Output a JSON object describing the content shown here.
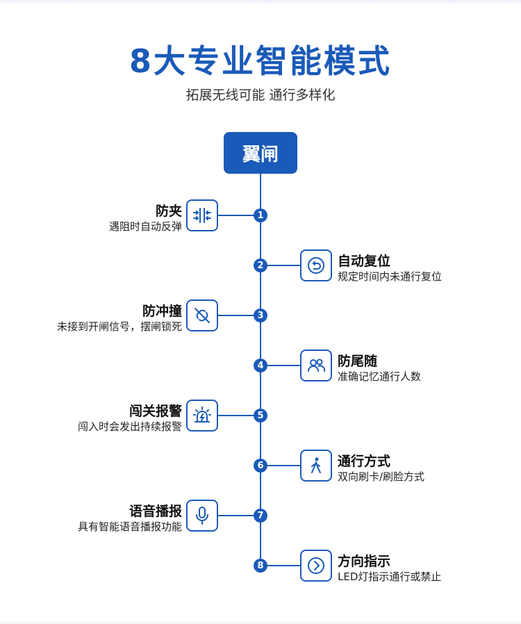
{
  "page": {
    "title": "8大专业智能模式",
    "subtitle": "拓展无线可能 通行多样化",
    "root_label": "翼闸",
    "accent_color": "#1a5ab8"
  },
  "features": [
    {
      "num": "1",
      "title": "防夹",
      "desc": "遇阻时自动反弹",
      "icon": "anti-pinch-icon",
      "side": "left"
    },
    {
      "num": "2",
      "title": "自动复位",
      "desc": "规定时间内未通行复位",
      "icon": "reset-icon",
      "side": "right"
    },
    {
      "num": "3",
      "title": "防冲撞",
      "desc": "未接到开闸信号，摆闸锁死",
      "icon": "anti-collision-icon",
      "side": "left"
    },
    {
      "num": "4",
      "title": "防尾随",
      "desc": "准确记忆通行人数",
      "icon": "people-icon",
      "side": "right"
    },
    {
      "num": "5",
      "title": "闯关报警",
      "desc": "闯入时会发出持续报警",
      "icon": "alarm-icon",
      "side": "left"
    },
    {
      "num": "6",
      "title": "通行方式",
      "desc": "双向刷卡/刷脸方式",
      "icon": "walking-person-icon",
      "side": "right"
    },
    {
      "num": "7",
      "title": "语音播报",
      "desc": "具有智能语音播报功能",
      "icon": "microphone-icon",
      "side": "left"
    },
    {
      "num": "8",
      "title": "方向指示",
      "desc": "LED灯指示通行或禁止",
      "icon": "direction-arrow-icon",
      "side": "right"
    }
  ]
}
